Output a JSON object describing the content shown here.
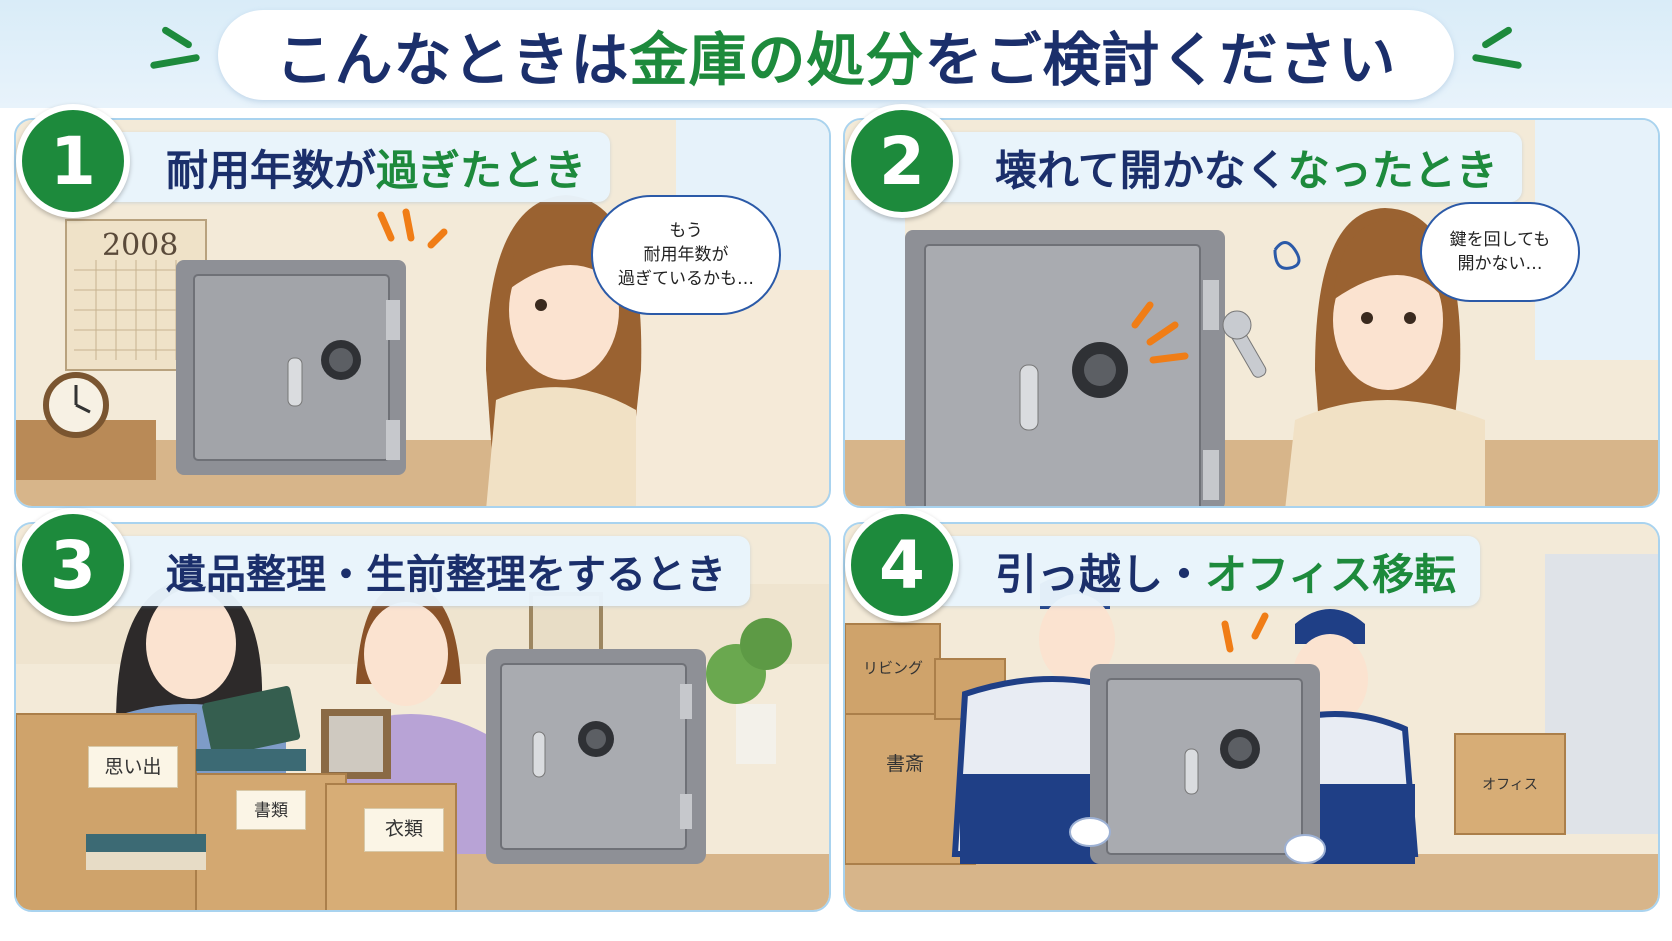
{
  "header": {
    "title_part1": "こんなときは",
    "title_highlight": "金庫の処分",
    "title_part2": "をご検討ください"
  },
  "panels": [
    {
      "number": "1",
      "title_dark": "耐用年数が",
      "title_green": "過ぎたとき",
      "bubble": "もう\n耐用年数が\n過ぎているかも…",
      "calendar_year": "2008"
    },
    {
      "number": "2",
      "title_dark": "壊れて開かなく",
      "title_green": "なったとき",
      "bubble": "鍵を回しても\n開かない…"
    },
    {
      "number": "3",
      "title_dark": "遺品整理・生前整理をするとき",
      "title_green": "",
      "boxes": [
        "思い出",
        "書類",
        "衣類"
      ]
    },
    {
      "number": "4",
      "title_dark": "引っ越し・",
      "title_green": "オフィス移転",
      "boxes": [
        "リビング",
        "書斎",
        "オフィス"
      ]
    }
  ],
  "colors": {
    "navy": "#1b2f6b",
    "green": "#1d8a3c",
    "sky": "#d9ecf8"
  }
}
